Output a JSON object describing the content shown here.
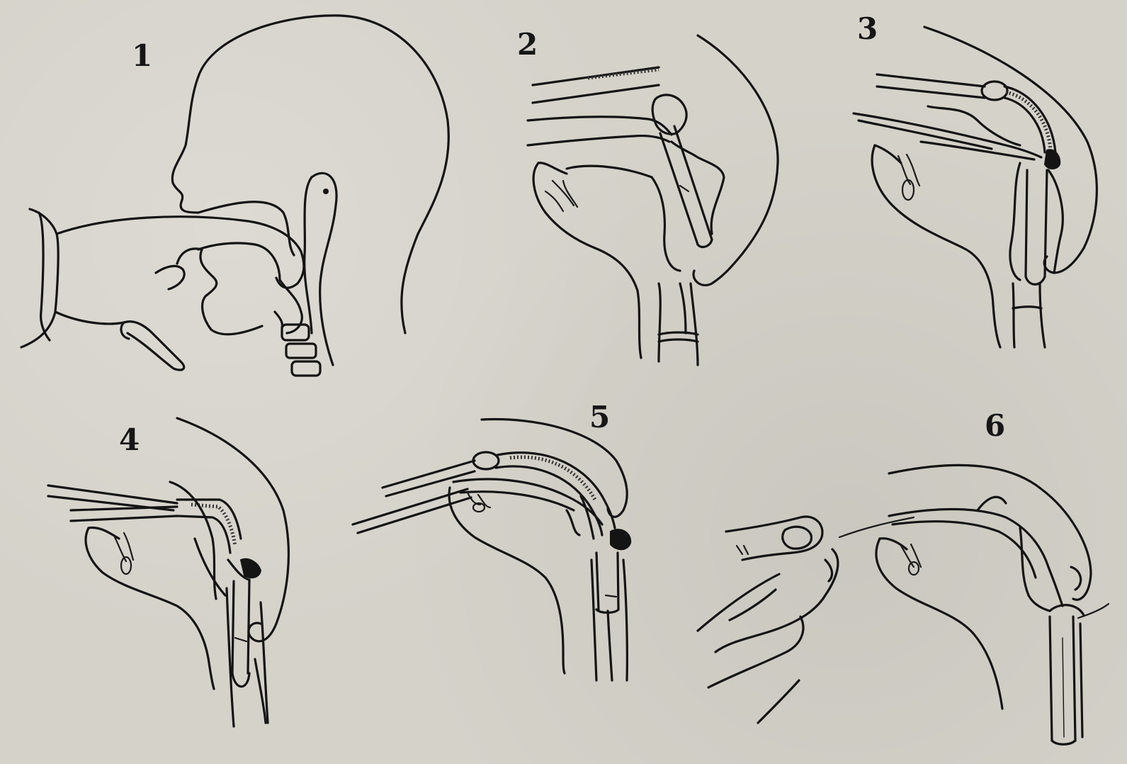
{
  "figures": [
    {
      "label": "1"
    },
    {
      "label": "2"
    },
    {
      "label": "3"
    },
    {
      "label": "4"
    },
    {
      "label": "5"
    },
    {
      "label": "6"
    }
  ]
}
